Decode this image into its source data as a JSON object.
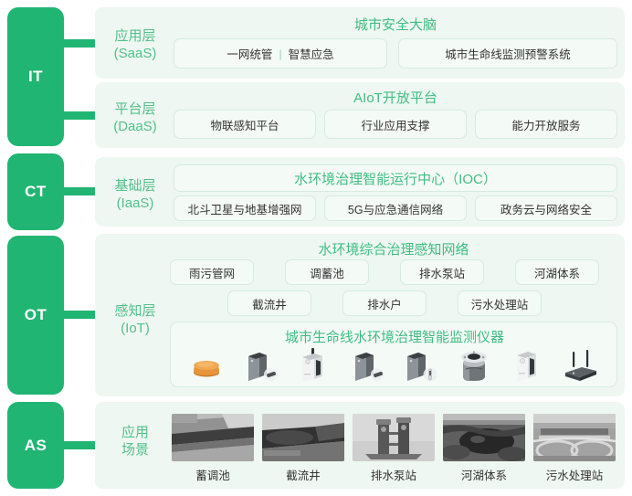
{
  "colors": {
    "brand_green": "#21b573",
    "panel_bg": "#eef7f1",
    "pill_bg": "#f4faf6",
    "pill_border": "#d6ece0",
    "title_green": "#3fbd84",
    "label_green": "#53c08c",
    "body_text": "#333333"
  },
  "spine": [
    {
      "key": "it",
      "label": "IT"
    },
    {
      "key": "ct",
      "label": "CT"
    },
    {
      "key": "ot",
      "label": "OT"
    },
    {
      "key": "as",
      "label": "AS"
    }
  ],
  "layers": {
    "application": {
      "label_line1": "应用层",
      "label_line2": "(SaaS)",
      "title": "城市安全大脑",
      "pills": [
        {
          "left": "一网统管",
          "sep": "|",
          "right": "智慧应急"
        },
        {
          "text": "城市生命线监测预警系统"
        }
      ]
    },
    "platform": {
      "label_line1": "平台层",
      "label_line2": "(DaaS)",
      "title": "AIoT开放平台",
      "pills": [
        {
          "text": "物联感知平台"
        },
        {
          "text": "行业应用支撑"
        },
        {
          "text": "能力开放服务"
        }
      ]
    },
    "infrastructure": {
      "label_line1": "基础层",
      "label_line2": "(IaaS)",
      "banner": "水环境治理智能运行中心（IOC）",
      "pills": [
        {
          "text": "北斗卫星与地基增强网"
        },
        {
          "text": "5G与应急通信网络"
        },
        {
          "text": "政务云与网络安全"
        }
      ]
    },
    "sensing": {
      "label_line1": "感知层",
      "label_line2": "(IoT)",
      "title": "水环境综合治理感知网络",
      "pills_row1": [
        {
          "text": "雨污管网"
        },
        {
          "text": "调蓄池"
        },
        {
          "text": "排水泵站"
        },
        {
          "text": "河湖体系"
        }
      ],
      "pills_row2": [
        {
          "text": "截流井"
        },
        {
          "text": "排水户"
        },
        {
          "text": "污水处理站"
        }
      ],
      "device_panel_title": "城市生命线水环境治理智能监测仪器",
      "devices": [
        {
          "name": "dome-sensor-device"
        },
        {
          "name": "dark-cabinet-sensor-device"
        },
        {
          "name": "white-probe-monitor-device"
        },
        {
          "name": "dark-cabinet-sensor-device-2"
        },
        {
          "name": "dark-cabinet-probe-device"
        },
        {
          "name": "manhole-cylinder-sensor-device"
        },
        {
          "name": "white-cabinet-device"
        },
        {
          "name": "antenna-gateway-device"
        }
      ]
    },
    "scenarios": {
      "label_line1": "应用",
      "label_line2": "场景",
      "items": [
        {
          "caption": "蓄调池",
          "photo": "storage-regulation-tank-photo"
        },
        {
          "caption": "截流井",
          "photo": "interception-well-photo"
        },
        {
          "caption": "排水泵站",
          "photo": "drainage-pump-station-photo"
        },
        {
          "caption": "河湖体系",
          "photo": "river-lake-system-photo"
        },
        {
          "caption": "污水处理站",
          "photo": "sewage-treatment-plant-photo"
        }
      ]
    }
  }
}
